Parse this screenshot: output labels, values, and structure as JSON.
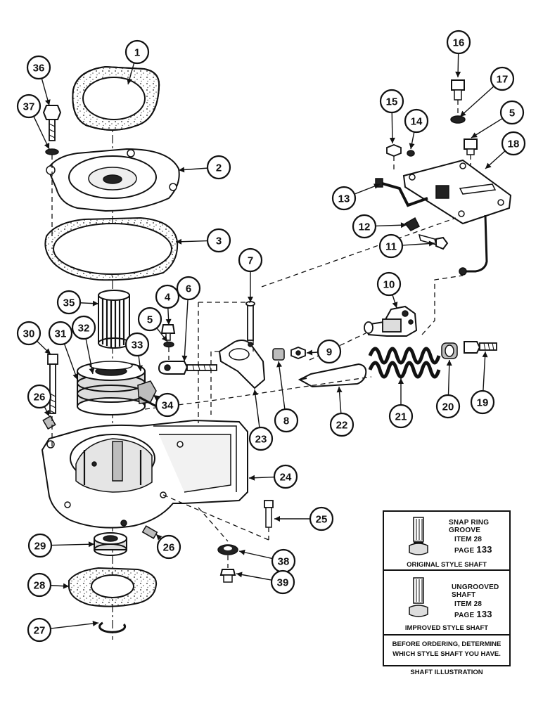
{
  "callouts": [
    "1",
    "2",
    "3",
    "4",
    "5",
    "6",
    "7",
    "8",
    "9",
    "10",
    "11",
    "12",
    "13",
    "14",
    "15",
    "16",
    "17",
    "5",
    "18",
    "19",
    "20",
    "21",
    "22",
    "23",
    "24",
    "25",
    "26",
    "26",
    "27",
    "28",
    "29",
    "30",
    "31",
    "32",
    "33",
    "34",
    "35",
    "36",
    "37",
    "38",
    "39"
  ],
  "inset": {
    "panel1": {
      "line1": "SNAP RING",
      "line2": "GROOVE",
      "item": "ITEM 28",
      "page": "PAGE",
      "page_num": "133",
      "caption": "ORIGINAL STYLE SHAFT"
    },
    "panel2": {
      "line1": "UNGROOVED",
      "line2": "SHAFT",
      "item": "ITEM 28",
      "page": "PAGE",
      "page_num": "133",
      "caption": "IMPROVED STYLE SHAFT"
    },
    "note_line1": "BEFORE ORDERING, DETERMINE",
    "note_line2": "WHICH STYLE SHAFT YOU HAVE.",
    "title": "SHAFT ILLUSTRATION"
  },
  "colors": {
    "ink": "#111111",
    "paper": "#ffffff",
    "gasket_speckle": "#555555"
  },
  "icons": [
    "gasket-icon",
    "cover-plate-icon",
    "splined-shaft-icon",
    "bearing-icon",
    "spring-icon",
    "bolt-icon",
    "nut-icon",
    "washer-icon",
    "housing-icon",
    "valve-icon",
    "bracket-plate-icon",
    "snap-ring-icon"
  ]
}
